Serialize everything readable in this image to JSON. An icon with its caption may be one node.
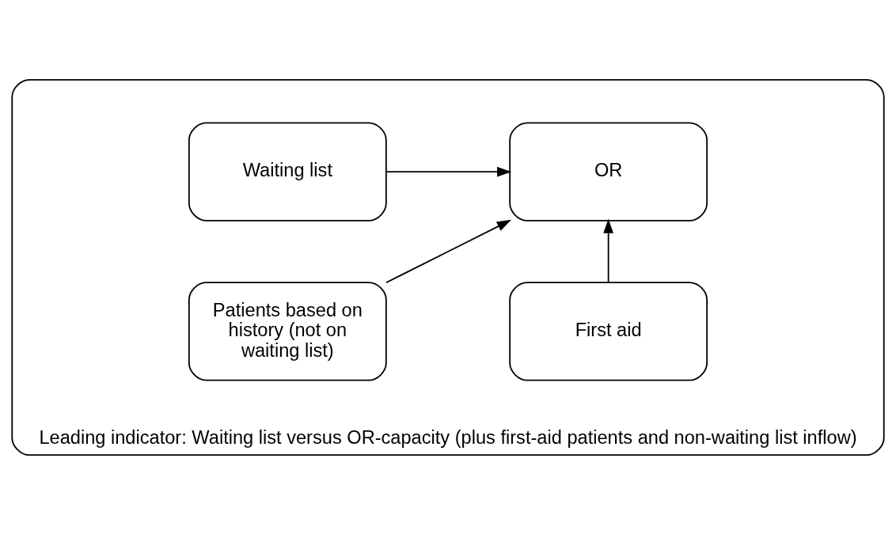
{
  "diagram": {
    "nodes": [
      {
        "text": [
          "Leading indicator: Waiting list versus OR-capacity (plus first-aid patients and non-waiting list inflow)"
        ]
      },
      {
        "text": [
          "First aid"
        ],
        "in": 0
      },
      {
        "text": [
          "Waiting list"
        ],
        "in": 0
      },
      {
        "text": [
          "Patients based on history (not on waiting list)"
        ],
        "in": 0
      },
      {
        "text": [
          "OR"
        ],
        "in": 0
      }
    ],
    "edges": [
      {
        "from": 1,
        "to": 4,
        "arrow": "to"
      },
      {
        "from": 2,
        "to": 4,
        "arrow": "to"
      },
      {
        "from": 3,
        "to": 4,
        "arrow": "to"
      }
    ]
  }
}
